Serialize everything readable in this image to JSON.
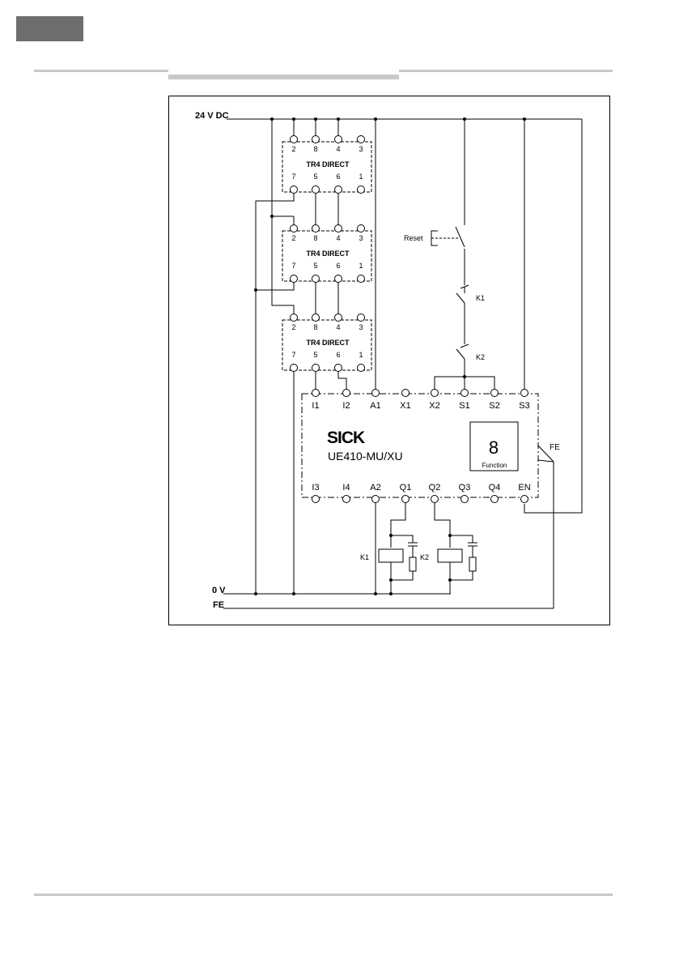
{
  "diagram": {
    "supply_label": "24 V DC",
    "ground_label": "0 V",
    "fe_label": "FE",
    "modules": [
      {
        "name": "TR4 DIRECT",
        "top_pins": [
          "2",
          "8",
          "4",
          "3"
        ],
        "bottom_pins": [
          "7",
          "5",
          "6",
          "1"
        ]
      },
      {
        "name": "TR4 DIRECT",
        "top_pins": [
          "2",
          "8",
          "4",
          "3"
        ],
        "bottom_pins": [
          "7",
          "5",
          "6",
          "1"
        ]
      },
      {
        "name": "TR4 DIRECT",
        "top_pins": [
          "2",
          "8",
          "4",
          "3"
        ],
        "bottom_pins": [
          "7",
          "5",
          "6",
          "1"
        ]
      }
    ],
    "reset_label": "Reset",
    "k1_label": "K1",
    "k2_label": "K2",
    "controller": {
      "brand": "SICK",
      "model": "UE410-MU/XU",
      "top_terminals": [
        "I1",
        "I2",
        "A1",
        "X1",
        "X2",
        "S1",
        "S2",
        "S3"
      ],
      "bottom_terminals": [
        "I3",
        "I4",
        "A2",
        "Q1",
        "Q2",
        "Q3",
        "Q4",
        "EN"
      ],
      "function_number": "8",
      "function_label": "Function",
      "fe_label": "FE"
    }
  },
  "colors": {
    "line": "#000000",
    "header_block": "#6e6e6e",
    "rule": "#c8c8c8"
  }
}
